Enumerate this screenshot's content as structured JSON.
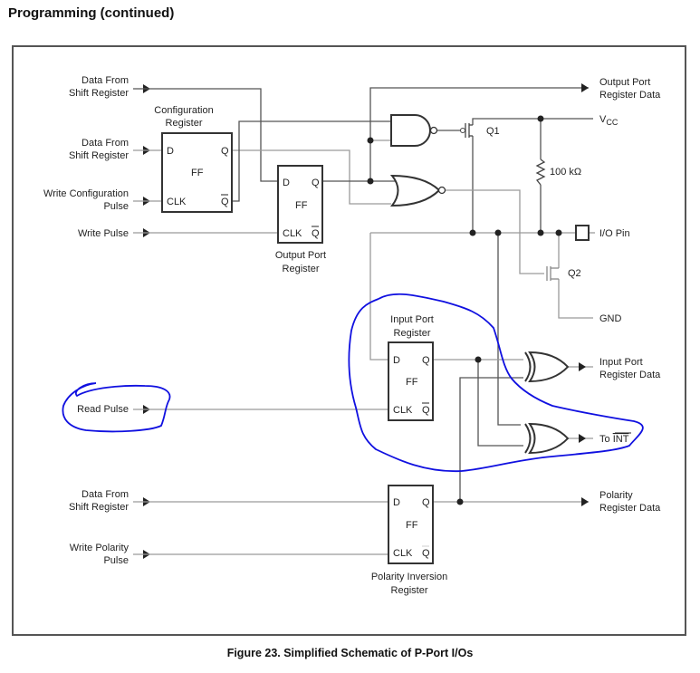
{
  "heading": "Programming (continued)",
  "caption": "Figure 23.  Simplified Schematic of P-Port I/Os",
  "inputs": {
    "data_from_shift_1": [
      "Data From",
      "Shift Register"
    ],
    "data_from_shift_2": [
      "Data From",
      "Shift Register"
    ],
    "write_config_pulse": [
      "Write Configuration",
      "Pulse"
    ],
    "write_pulse": "Write Pulse",
    "read_pulse": "Read Pulse",
    "data_from_shift_3": [
      "Data From",
      "Shift Register"
    ],
    "write_polarity_pulse": [
      "Write Polarity",
      "Pulse"
    ]
  },
  "outputs": {
    "output_port_register_data": [
      "Output Port",
      "Register Data"
    ],
    "vcc": "V",
    "vcc_sub": "CC",
    "io_pin": "I/O Pin",
    "gnd": "GND",
    "input_port_register_data": [
      "Input Port",
      "Register Data"
    ],
    "to_int": "To INT",
    "to_int_prefix": "To ",
    "to_int_overlined": "INT",
    "polarity_register_data": [
      "Polarity",
      "Register Data"
    ]
  },
  "registers": {
    "configuration": {
      "title": [
        "Configuration",
        "Register"
      ],
      "d": "D",
      "q": "Q",
      "ff": "FF",
      "clk": "CLK",
      "qbar": "Q"
    },
    "output_port": {
      "title": [
        "Output Port",
        "Register"
      ],
      "d": "D",
      "q": "Q",
      "ff": "FF",
      "clk": "CLK",
      "qbar": "Q"
    },
    "input_port": {
      "title": [
        "Input Port",
        "Register"
      ],
      "d": "D",
      "q": "Q",
      "ff": "FF",
      "clk": "CLK",
      "qbar": "Q"
    },
    "polarity_inversion": {
      "title": [
        "Polarity Inversion",
        "Register"
      ],
      "d": "D",
      "q": "Q",
      "ff": "FF",
      "clk": "CLK",
      "qbar": "Q"
    }
  },
  "components": {
    "q1": "Q1",
    "q2": "Q2",
    "resistor": "100 kΩ"
  },
  "annotation_color": "#1010e0"
}
